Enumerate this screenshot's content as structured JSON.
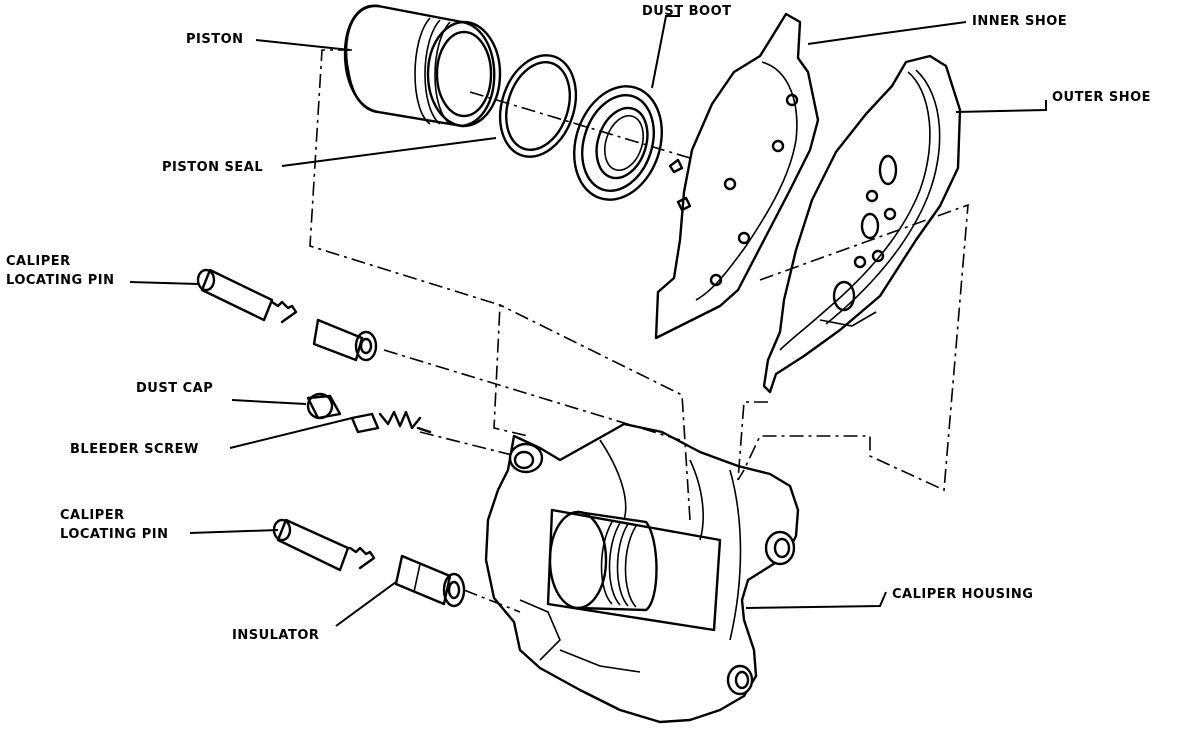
{
  "labels": {
    "piston": "PISTON",
    "dust_boot": "DUST BOOT",
    "inner_shoe": "INNER SHOE",
    "outer_shoe": "OUTER SHOE",
    "piston_seal": "PISTON SEAL",
    "caliper_locating_pin_top_line1": "CALIPER",
    "caliper_locating_pin_top_line2": "LOCATING PIN",
    "dust_cap": "DUST CAP",
    "bleeder_screw": "BLEEDER SCREW",
    "caliper_locating_pin_bottom_line1": "CALIPER",
    "caliper_locating_pin_bottom_line2": "LOCATING PIN",
    "insulator": "INSULATOR",
    "caliper_housing": "CALIPER HOUSING"
  }
}
